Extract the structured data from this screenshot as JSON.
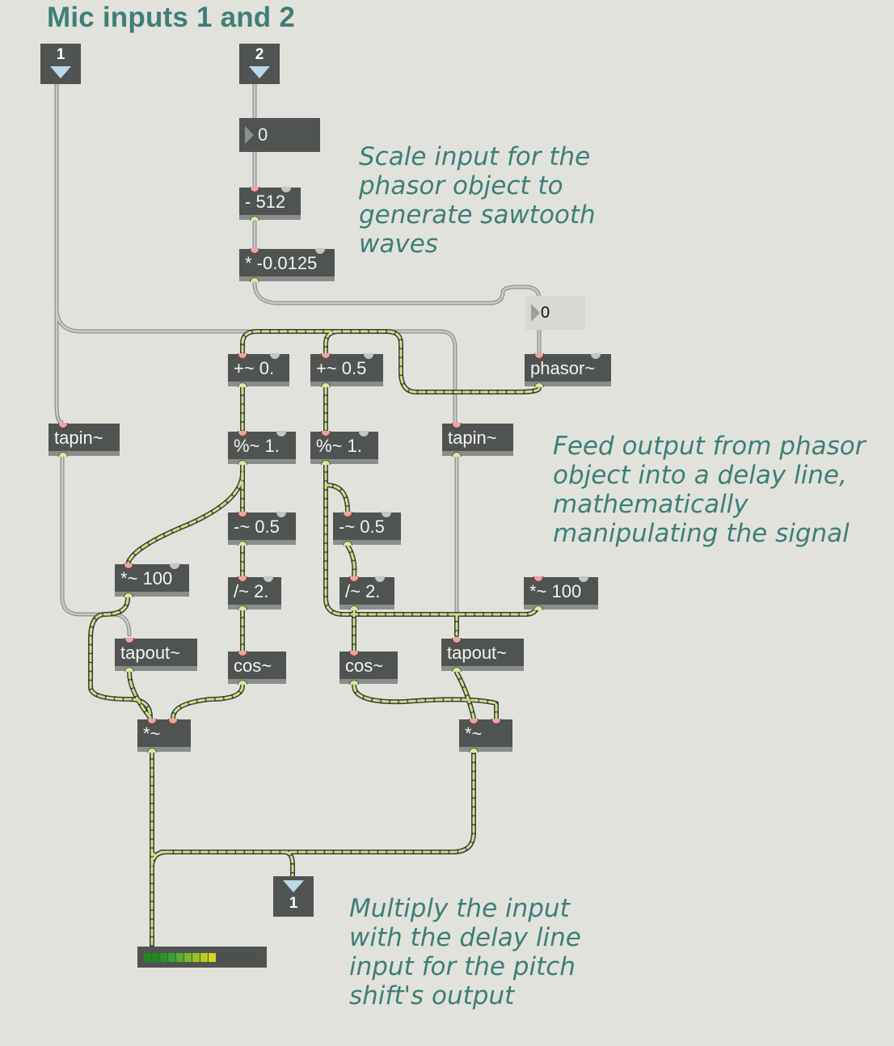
{
  "title": "Mic inputs 1 and 2",
  "inlets": [
    {
      "id": "inlet-1",
      "label": "1"
    },
    {
      "id": "inlet-2",
      "label": "2"
    }
  ],
  "outlet": {
    "label": "1"
  },
  "number_boxes": [
    {
      "id": "numbox-offset",
      "value": "0"
    },
    {
      "id": "numbox-phasor-freq",
      "value": "0"
    }
  ],
  "objects": {
    "minus512": "- 512",
    "times": "* -0.0125",
    "phasor": "phasor~",
    "plus0": "+~ 0.",
    "plus05": "+~ 0.5",
    "mod1a": "%~ 1.",
    "mod1b": "%~ 1.",
    "tapin_left": "tapin~",
    "tapin_right": "tapin~",
    "sub05a": "-~ 0.5",
    "sub05b": "-~ 0.5",
    "mul100a": "*~ 100",
    "mul100b": "*~ 100",
    "div2a": "/~ 2.",
    "div2b": "/~ 2.",
    "tapout_left": "tapout~",
    "tapout_right": "tapout~",
    "cos_a": "cos~",
    "cos_b": "cos~",
    "mul_a": "*~",
    "mul_b": "*~"
  },
  "comments": {
    "scale": "Scale input for the\nphasor object to\ngenerate sawtooth\nwaves",
    "feed": "Feed output from phasor\nobject into a delay line,\nmathematically\nmanipulating the signal",
    "multiply": "Multiply the input\nwith the delay line\ninput for the pitch\nshift's output"
  },
  "meter": {
    "level_segments_lit": 9,
    "total_segments": 14,
    "colors": [
      "#1e8a1e",
      "#1e8a1e",
      "#2a962a",
      "#3aa032",
      "#5aac2e",
      "#7ab82a",
      "#98c226",
      "#b6cc22",
      "#d6d81e",
      "#4a4e4d",
      "#4a4e4d",
      "#4a4e4d",
      "#4a4e4d",
      "#4a4e4d"
    ]
  }
}
